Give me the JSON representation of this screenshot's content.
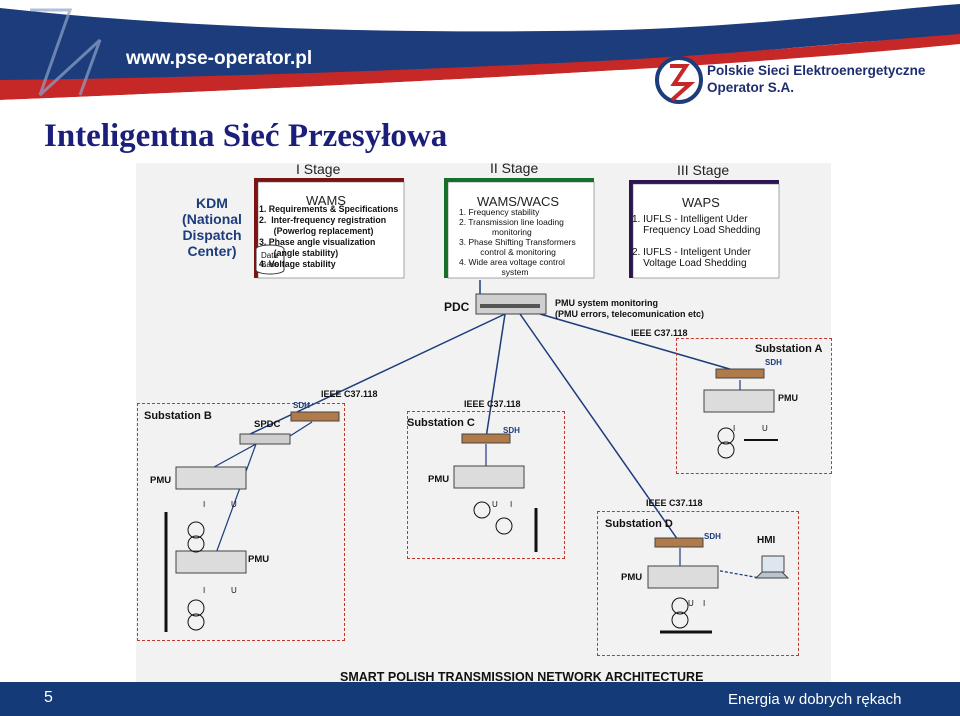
{
  "header": {
    "site": "www.pse-operator.pl",
    "company_line1": "Polskie Sieci Elektroenergetyczne",
    "company_line2": "Operator S.A."
  },
  "title": "Inteligentna Sieć Przesyłowa",
  "stages": [
    "I Stage",
    "II Stage",
    "III Stage"
  ],
  "kdm": {
    "line1": "KDM",
    "line2": "(National",
    "line3": "Dispatch",
    "line4": "Center)"
  },
  "wams": {
    "title": "WAMS",
    "list": "1. Requirements & Specifications\n2.  Inter-frequency registration\n      (Powerlog replacement)\n3. Phase angle visualization\n      (angle stability)\n4. Voltage stability",
    "db1": "Data",
    "db2": "Base"
  },
  "wacs": {
    "title": "WAMS/WACS",
    "list": "1. Frequency stability\n2. Transmission line loading\n              monitoring\n3. Phase Shifting Transformers\n         control & monitoring\n4. Wide area voltage control\n                  system"
  },
  "waps": {
    "title": "WAPS",
    "list": "1. IUFLS - Intelligent Uder\n    Frequency Load Shedding\n\n2. IUFLS - Inteligent Under\n    Voltage Load Shedding"
  },
  "pdc": {
    "label": "PDC",
    "note1": "PMU system monitoring",
    "note2": "(PMU errors, telecomunication etc)"
  },
  "labels": {
    "ieee": "IEEE C37.118",
    "sdh": "SDH",
    "pmu": "PMU",
    "spdc": "SPDC",
    "hmi": "HMI",
    "i": "I",
    "u": "U"
  },
  "substations": {
    "a": "Substation A",
    "b": "Substation B",
    "c": "Substation C",
    "d": "Substation D"
  },
  "caption": "SMART POLISH TRANSMISSION NETWORK ARCHITECTURE",
  "footer": {
    "page": "5",
    "slogan": "Energia w dobrych rękach"
  },
  "colors": {
    "navy": "#143a78",
    "red": "#c0392b",
    "green": "#1f9a3a",
    "purple": "#3b1d6e"
  }
}
